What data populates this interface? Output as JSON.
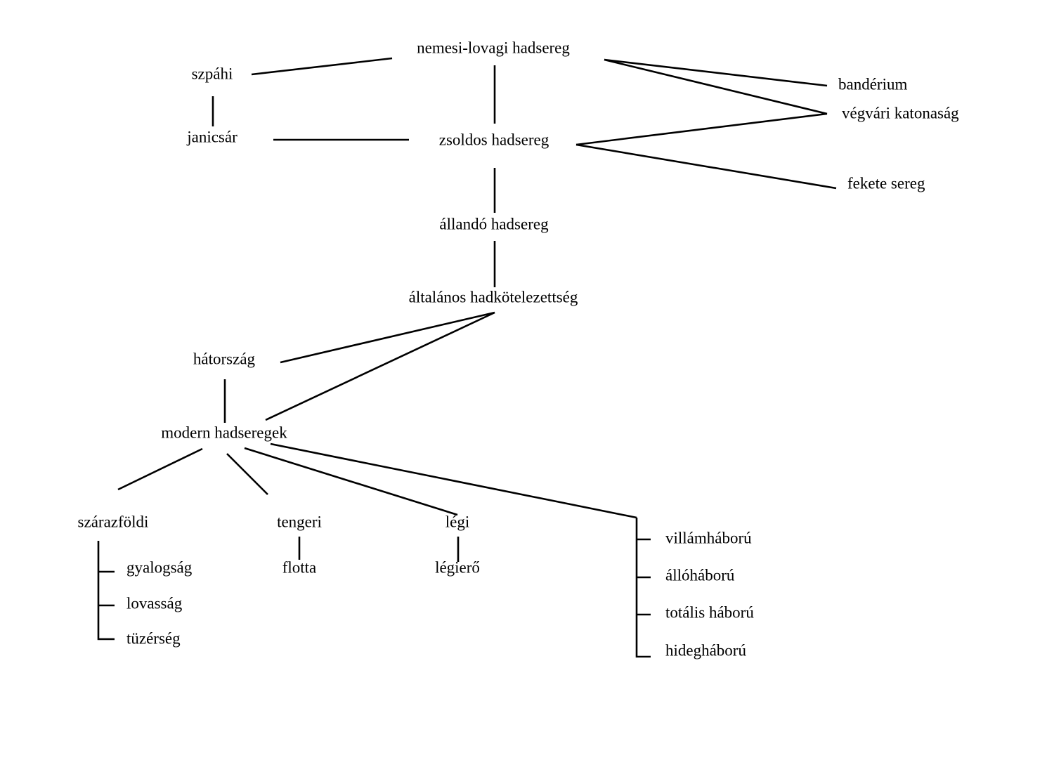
{
  "nodes": {
    "nemesi_lovagi": "nemesi-lovagi hadsereg",
    "szpahi": "szpáhi",
    "janicsar": "janicsár",
    "zsoldos": "zsoldos hadsereg",
    "banderium": "bandérium",
    "vegvari": "végvári katonaság",
    "fekete_sereg": "fekete sereg",
    "allando": "állandó hadsereg",
    "altalanos": "általános hadkötelezettség",
    "hatorszag": "hátország",
    "modern": "modern hadseregek",
    "szarazfoldi": "szárazföldi",
    "tengeri": "tengeri",
    "legi": "légi",
    "gyalogsag": "gyalogság",
    "lovassag": "lovasság",
    "tuzerseg": "tüzérség",
    "flotta": "flotta",
    "legiero": "légierő",
    "villamhaboru": "villámháború",
    "allohaboru": "állóháború",
    "totalis": "totális háború",
    "hideghaboru": "hidegháború"
  }
}
